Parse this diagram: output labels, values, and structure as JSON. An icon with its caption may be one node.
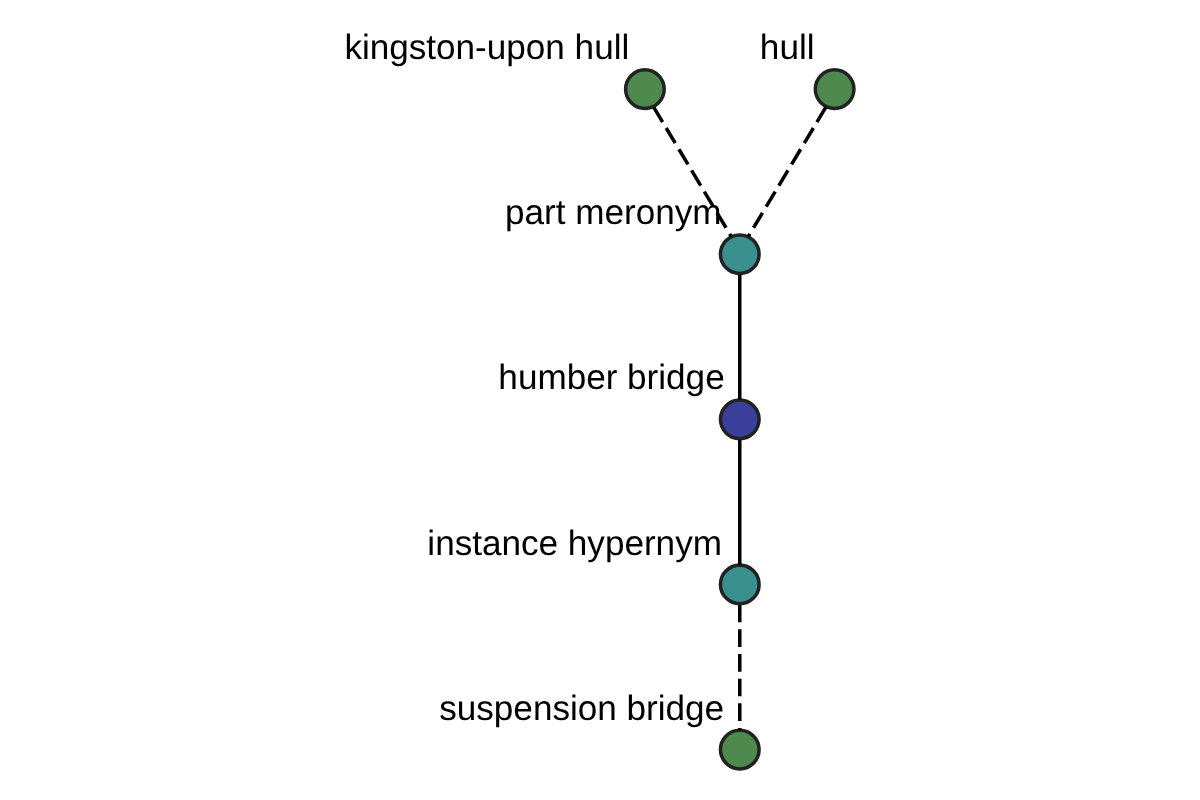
{
  "diagram": {
    "nodes": [
      {
        "text": [],
        "shape": "circle",
        "beside": [
          "kingston-upon hull"
        ]
      },
      {
        "text": [],
        "shape": "circle",
        "beside": [
          "hull"
        ]
      },
      {
        "text": [],
        "shape": "circle",
        "beside": [
          "part meronym"
        ]
      },
      {
        "text": [],
        "shape": "circle",
        "beside": [
          "humber bridge"
        ]
      },
      {
        "text": [],
        "shape": "circle",
        "beside": [
          "instance hypernym"
        ]
      },
      {
        "text": [],
        "shape": "circle",
        "beside": [
          "suspension bridge"
        ]
      }
    ],
    "edges": [
      {
        "from": 0,
        "to": 2,
        "arrow": "none",
        "style": "dashed"
      },
      {
        "from": 1,
        "to": 2,
        "arrow": "none",
        "style": "dashed"
      },
      {
        "from": 2,
        "to": 3,
        "arrow": "none"
      },
      {
        "from": 3,
        "to": 4,
        "arrow": "none"
      },
      {
        "from": 4,
        "to": 5,
        "arrow": "none",
        "style": "dashed"
      }
    ]
  }
}
